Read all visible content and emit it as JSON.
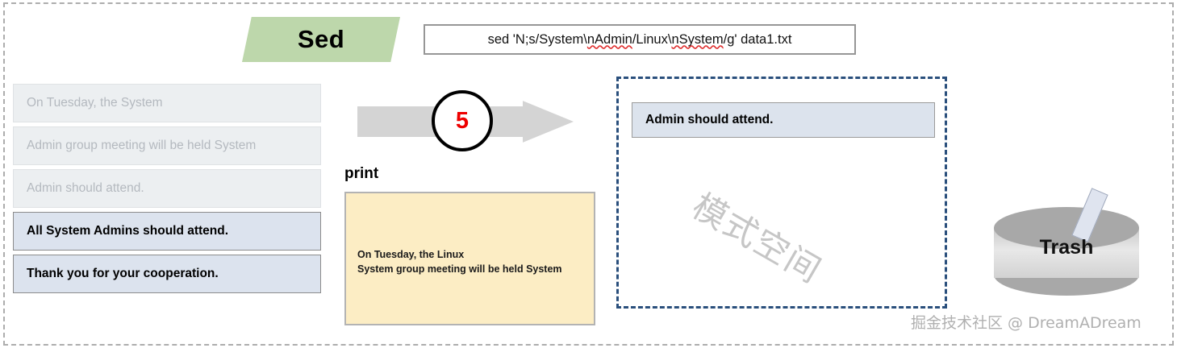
{
  "diagram": {
    "tool_label": "Sed",
    "command": {
      "prefix": "sed 'N;s/System\\",
      "seg_a": "nAdmin",
      "mid": "/Linux\\",
      "seg_b": "nSystem",
      "suffix": "/g' data1.txt",
      "full": "sed 'N;s/System\\nAdmin/Linux\\nSystem/g' data1.txt"
    },
    "step": {
      "number": "5"
    },
    "input_file": {
      "lines": [
        {
          "text": "On Tuesday, the System",
          "state": "consumed"
        },
        {
          "text": "Admin group meeting will be held System",
          "state": "consumed"
        },
        {
          "text": "Admin should attend.",
          "state": "consumed"
        },
        {
          "text": "All System Admins should attend.",
          "state": "active"
        },
        {
          "text": "Thank you for your cooperation.",
          "state": "active"
        }
      ]
    },
    "print": {
      "label": "print",
      "text": "On Tuesday, the Linux\nSystem group meeting will be held System"
    },
    "pattern_space": {
      "watermark": "模式空间",
      "line": "Admin should attend."
    },
    "trash": {
      "label": "Trash"
    },
    "watermark": "掘金技术社区 @ DreamADream",
    "colors": {
      "tool_fill": "#bdd7ab",
      "arrow": "#d4d4d4",
      "step_number": "#ee0000",
      "print_fill": "#fcedc4",
      "active_line": "#dce3ee",
      "consumed_line": "#eceff1",
      "pattern_border": "#2a4f7c",
      "trash_body": "#d2d2d2"
    }
  }
}
